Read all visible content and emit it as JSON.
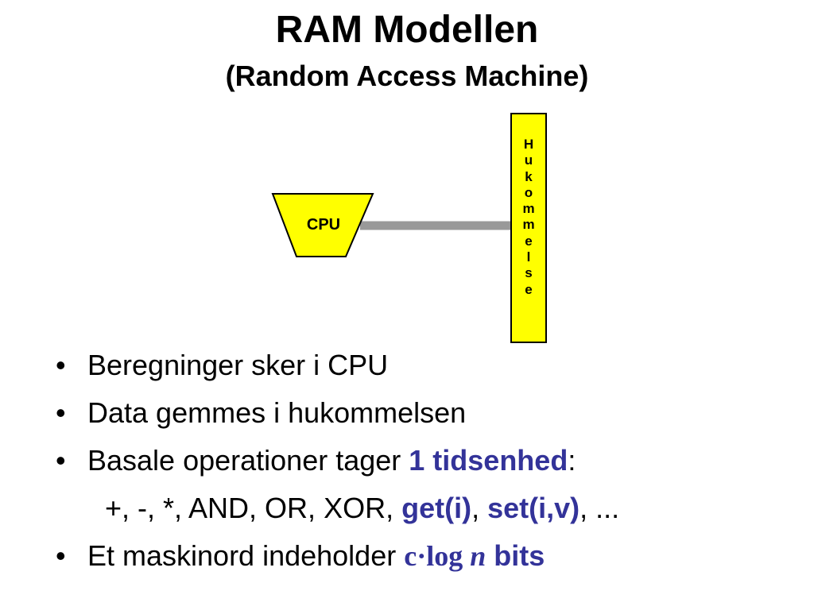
{
  "title": "RAM Modellen",
  "subtitle": "(Random Access Machine)",
  "diagram": {
    "cpu_label": "CPU",
    "memory_letters": [
      "H",
      "u",
      "k",
      "o",
      "m",
      "m",
      "e",
      "l",
      "s",
      "e"
    ],
    "colors": {
      "box_fill": "#ffff00",
      "bus": "#999999",
      "highlight": "#333399"
    }
  },
  "bullets": {
    "b1": "Beregninger sker i CPU",
    "b2": "Data gemmes i hukommelsen",
    "b3_prefix": "Basale operationer tager ",
    "b3_highlight": "1 tidsenhed",
    "b3_suffix": ":",
    "ops_prefix": "+, -, *, AND, OR, XOR, ",
    "ops_get": "get(i)",
    "ops_sep": ", ",
    "ops_set": "set(i,v)",
    "ops_suffix": ", ...",
    "b4_prefix": "Et maskinord indeholder ",
    "b4_c": "c·log ",
    "b4_n": "n",
    "b4_bits": " bits",
    "bullet_char": "•"
  }
}
